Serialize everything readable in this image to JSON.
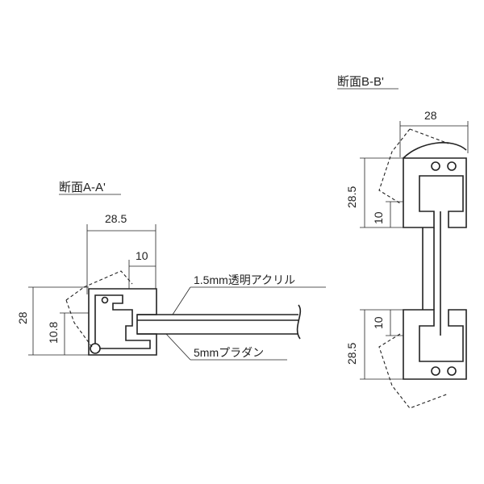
{
  "section_a": {
    "title": "断面A-A'",
    "dim_width": "28.5",
    "dim_depth": "10",
    "dim_height": "28",
    "dim_inner_a": "10.8",
    "label_acrylic": "1.5mm透明アクリル",
    "label_plaboard": "5mmプラダン"
  },
  "section_b": {
    "title": "断面B-B'",
    "dim_width": "28",
    "dim_top_outer": "28.5",
    "dim_top_inner": "10",
    "dim_bottom_inner": "10",
    "dim_bottom_outer": "28.5"
  }
}
